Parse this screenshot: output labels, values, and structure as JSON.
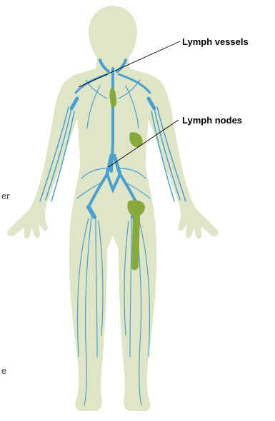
{
  "labels": {
    "lymph_vessels": "Lymph vessels",
    "lymph_nodes": "Lymph nodes"
  },
  "edge_fragments": {
    "left_mid": "er",
    "left_low": "e"
  },
  "colors": {
    "body_fill": "#dfe6c8",
    "vessel": "#4b9fd0",
    "node": "#88aa3c",
    "leader_line": "#000000",
    "background": "#ffffff"
  }
}
